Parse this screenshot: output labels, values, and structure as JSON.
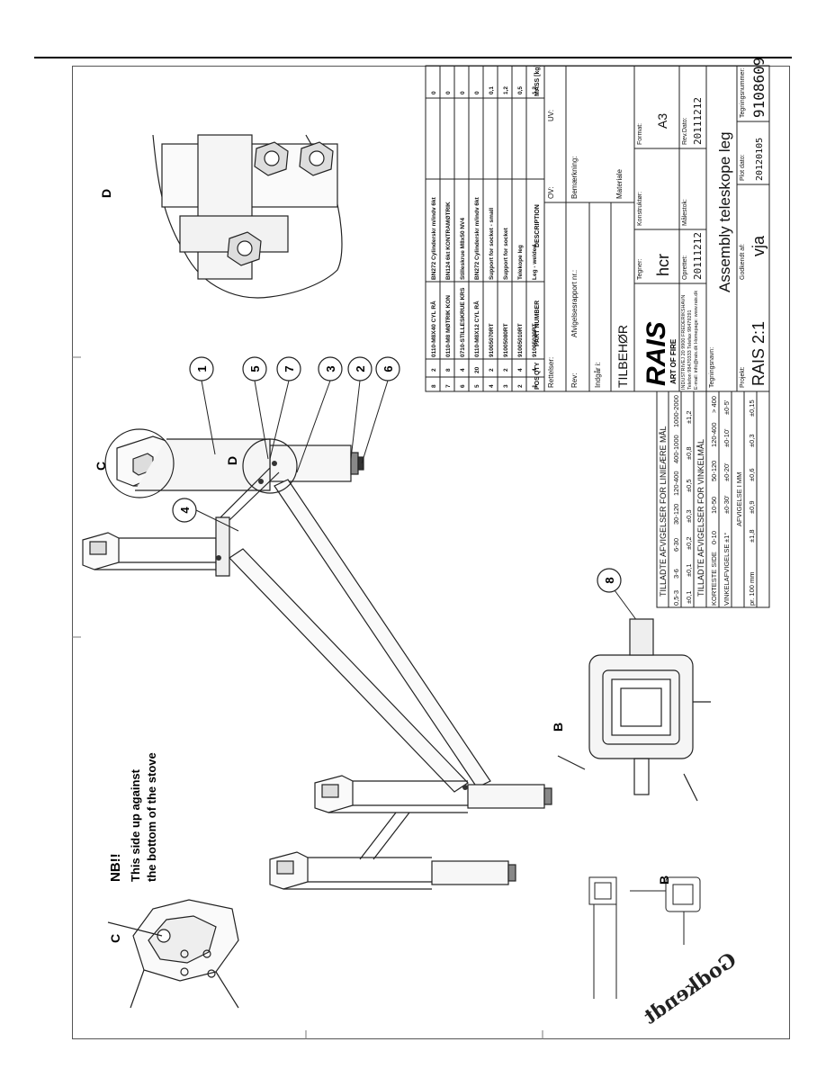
{
  "views": {
    "c": "C",
    "b": "B",
    "d": "D"
  },
  "note": {
    "line1": "NB!!",
    "line2": "This side up against",
    "line3": "the bottom of the stove"
  },
  "callouts": [
    "1",
    "2",
    "3",
    "4",
    "5",
    "6",
    "7",
    "8"
  ],
  "stamp": "Godkendt",
  "parts": {
    "headers": {
      "pos": "POS",
      "qty": "QTY",
      "part": "PART NUMBER",
      "desc": "DESCRIPTION",
      "mass": "MASS [kg]"
    },
    "rows": [
      {
        "pos": "8",
        "qty": "2",
        "part": "0110-M8X40 CYL RÅ",
        "desc": "BN272 Cylinderskr m/indv 6kt",
        "mass": "0"
      },
      {
        "pos": "7",
        "qty": "8",
        "part": "0110-M8 MØTRIK KON",
        "desc": "BN124 6kt KONTRAMØTRIK",
        "mass": "0"
      },
      {
        "pos": "6",
        "qty": "4",
        "part": "0710-STILLESKRUE KRS",
        "desc": "Stilleskrue M8x50 NV4",
        "mass": "0"
      },
      {
        "pos": "5",
        "qty": "20",
        "part": "0110-M8X12 CYL RÅ",
        "desc": "BN272 Cylinderskr m/indv 6kt",
        "mass": "0"
      },
      {
        "pos": "4",
        "qty": "2",
        "part": "91005070RT",
        "desc": "Support for socket - small",
        "mass": "0,1"
      },
      {
        "pos": "3",
        "qty": "2",
        "part": "91005080RT",
        "desc": "Support for socket",
        "mass": "1,2"
      },
      {
        "pos": "2",
        "qty": "4",
        "part": "91005010RT",
        "desc": "Telekope leg",
        "mass": "0,5"
      },
      {
        "pos": "1",
        "qty": "4",
        "part": "91005020RT",
        "desc": "Leg - welded",
        "mass": "1,3"
      }
    ]
  },
  "titleblock": {
    "rettelser": "Rettelser:",
    "ov": "OV:",
    "uv": "UV:",
    "rev": "Rev:",
    "afvigelse": "Afvigelsesrapport nr.:",
    "bemaerkning": "Bemærkning:",
    "indgaar": "Indgår i:",
    "tilbehoer": "TILBEHØR",
    "materiale": "Materiale",
    "logo": "RAIS",
    "logo_sub": "ART OF FIRE",
    "address1": "INDUSTRIVEJ 20 9900 FREDERIKSHAVN",
    "address2": "Telefon 98470333 Telefax 98479291",
    "address3": "E-mail: info@rais.dk Homepage: www.rais.dk",
    "tegner_label": "Tegner:",
    "tegner": "hcr",
    "konstruktoer_label": "Konstruktør:",
    "format_label": "Format:",
    "format": "A3",
    "oprettet_label": "Oprettet:",
    "oprettet": "20111212",
    "maalestok_label": "Målestok:",
    "revdato_label": "Rev.Dato:",
    "revdato": "20111212",
    "tegningsnavn_label": "Tegningsnavn:",
    "tegningsnavn": "Assembly teleskope leg",
    "projekt_label": "Projekt:",
    "projekt": "RAIS 2:1",
    "godkendt_label": "Godkendt af:",
    "godkendt": "vja",
    "plotdato_label": "Plot dato:",
    "plotdato": "20120105",
    "tegningsnummer_label": "Tegningsnummer:",
    "tegningsnummer": "9108609"
  },
  "tolerances": {
    "title_lin": "TILLADTE AFVIGELSER FOR LINIEÆRE MÅL",
    "lin_ranges": [
      "0,5-3",
      "3-6",
      "6-30",
      "30-120",
      "120-400",
      "400-1000",
      "1000-2000"
    ],
    "lin_values": [
      "±0,1",
      "±0,1",
      "±0,2",
      "±0,3",
      "±0,5",
      "±0,8",
      "±1,2"
    ],
    "title_ang": "TILLADTE AFVIGELSER FOR VINKELMÅL",
    "korteste_side": "KORTESTE SIDE",
    "ang_ranges": [
      "0-10",
      "10-50",
      "50-120",
      "120-400",
      "> 400"
    ],
    "vinkelafvigelse": "VINKELAFVIGELSE",
    "ang_values": [
      "±1°",
      "±0-30'",
      "±0-20'",
      "±0-10'",
      "±0-5'"
    ],
    "afvigelse_mm": "AFVIGELSE I MM",
    "pr100": "pr. 100 mm",
    "mm_values": [
      "±1,8",
      "±0,9",
      "±0,6",
      "±0,3",
      "±0,15"
    ]
  }
}
